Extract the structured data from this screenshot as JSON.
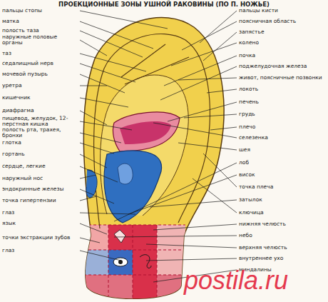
{
  "diagram": {
    "title": "ПРОЕКЦИОННЫЕ ЗОНЫ УШНОЙ РАКОВИНЫ (ПО П. НОЖЬЕ)",
    "labels": [
      "пальцы стопы",
      "матка",
      "полость таза",
      "наружные половые органы",
      "таз",
      "седалищный нерв",
      "мочевой пузырь",
      "уретра",
      "кишечник",
      "диафрагма",
      "пищевод, желудок, 12-перстная кишка",
      "полость рта, трахея, бронхи",
      "глотка",
      "гортань",
      "сердце, легкие",
      "наружный нос",
      "эндокринные железы",
      "точка гипертензии",
      "глаз",
      "язык",
      "точки экстракции зубов",
      "глаз",
      "пальцы кисти",
      "поясничная область",
      "запястье",
      "колено",
      "почка",
      "поджелудочная железа",
      "живот, поясничные позвонки",
      "локоть",
      "печень",
      "грудь",
      "плечо",
      "селезенка",
      "шея",
      "лоб",
      "висок",
      "точка плеча",
      "затылок",
      "ключица",
      "нижняя челюсть",
      "небо",
      "верхняя челюсть",
      "внутреннее ухо",
      "миндалины",
      "postila.ru"
    ]
  }
}
